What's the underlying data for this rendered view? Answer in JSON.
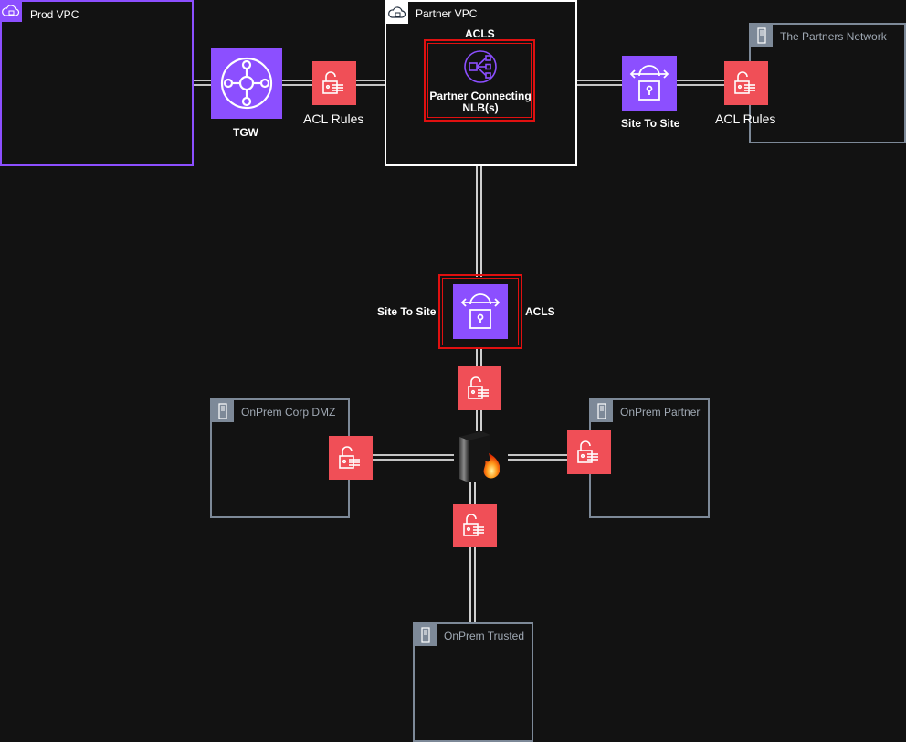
{
  "groups": {
    "prod_vpc": {
      "title": "Prod VPC",
      "icon": "cloud-lock-icon",
      "border": "#8c4fff"
    },
    "partner_vpc": {
      "title": "Partner VPC",
      "icon": "cloud-lock-icon",
      "border": "#ffffff"
    },
    "partners_network": {
      "title": "The Partners Network",
      "icon": "server-icon",
      "border": "#7d8998"
    },
    "onprem_corp_dmz": {
      "title": "OnPrem Corp DMZ",
      "icon": "server-icon",
      "border": "#7d8998"
    },
    "onprem_partner": {
      "title": "OnPrem Partner",
      "icon": "server-icon",
      "border": "#7d8998"
    },
    "onprem_trusted": {
      "title": "OnPrem Trusted",
      "icon": "server-icon",
      "border": "#7d8998"
    }
  },
  "labels": {
    "tgw": "TGW",
    "acl_rules_left": "ACL Rules",
    "acl_rules_right": "ACL Rules",
    "acls_top": "ACLS",
    "nlb": "Partner Connecting\nNLB(s)",
    "site_to_site_top": "Site To Site",
    "site_to_site_mid": "Site To Site",
    "acls_mid": "ACLS"
  },
  "colors": {
    "background": "#121212",
    "aws_purple": "#8c4fff",
    "acl_red": "#f04f57",
    "highlight_red": "#e01010",
    "onprem_grey": "#7d8998"
  },
  "icons": {
    "tgw": "transit-gateway-icon",
    "nlb": "network-load-balancer-icon",
    "vpn": "site-to-site-vpn-icon",
    "acl": "acl-lock-icon",
    "firewall": "firewall-icon"
  }
}
